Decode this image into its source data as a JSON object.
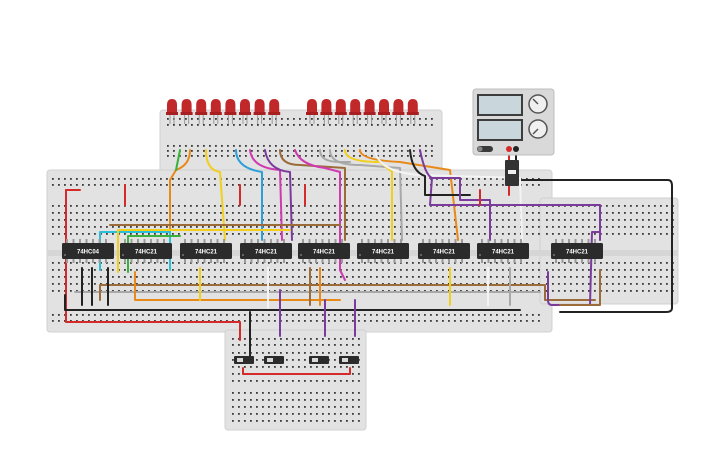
{
  "chips": [
    {
      "label": "74HC04"
    },
    {
      "label": "74HC21"
    },
    {
      "label": "74HC21"
    },
    {
      "label": "74HC21"
    },
    {
      "label": "74HC21"
    },
    {
      "label": "74HC21"
    },
    {
      "label": "74HC21"
    },
    {
      "label": "74HC21"
    },
    {
      "label": "74HC21"
    }
  ],
  "leds": {
    "count": 16,
    "color": "#c0282a"
  },
  "switches": {
    "count": 4
  },
  "power_supply": {
    "label": "power-supply"
  },
  "colors": {
    "board": "#e2e2e2",
    "chip": "#2b2b2b",
    "red": "#d52a2a",
    "black": "#222222",
    "orange": "#e88a1a",
    "yellow": "#f2cf1d",
    "green": "#3bb13b",
    "blue": "#2a9fd8",
    "purple": "#7a3b9c",
    "magenta": "#d03ab0",
    "brown": "#9b6b3a",
    "gray": "#a8a8a8",
    "white": "#f4f4f4"
  }
}
